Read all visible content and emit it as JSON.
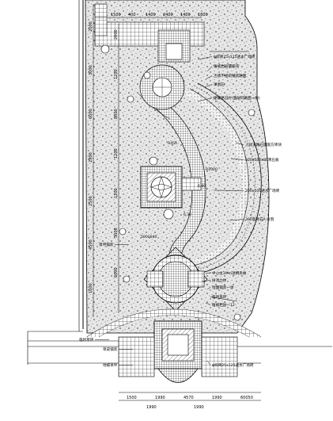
{
  "drawing": {
    "colors": {
      "ink": "#000000",
      "paper": "#ffffff",
      "hatch": "#555555"
    },
    "top_dims": [
      "1500",
      "400",
      "1400",
      "2400",
      "1400",
      "1800"
    ],
    "left_dims": [
      "2000",
      "3000",
      "6000",
      "2900",
      "2500",
      "4500",
      "1000"
    ],
    "inner_dims": [
      "2000",
      "1200",
      "8000",
      "1200",
      "1200",
      "3000",
      "6000"
    ],
    "bottom_dims": [
      "1500",
      "1990",
      "4570",
      "1990",
      "60050"
    ],
    "bottom_dims2": [
      "1990",
      "1990"
    ],
    "right_labels": [
      "ϕ标砖25x125透水广场砖",
      "植被岩层镶嵌块",
      "乙砖不规则铺装路面",
      "单侧石",
      "硬铺路沿片(面层同路面一致)",
      "入行道路石镶嵌方砖块",
      "500x500x80青石板",
      "200x100透水广场砖",
      "300宽砾石A 分割",
      "中心主3Mm透明条板",
      "树池立体",
      "地面铺装一体",
      "临时草坪",
      "植被岩层一12",
      "ϕ标砖25x125透水广场砖"
    ],
    "left_labels": [
      "草坪铺装",
      "临时草坪",
      "草皮铺装",
      "地被草坪"
    ],
    "inner_labels": [
      "500x640",
      "6.30",
      "R450",
      "R1000",
      "6.80"
    ]
  }
}
